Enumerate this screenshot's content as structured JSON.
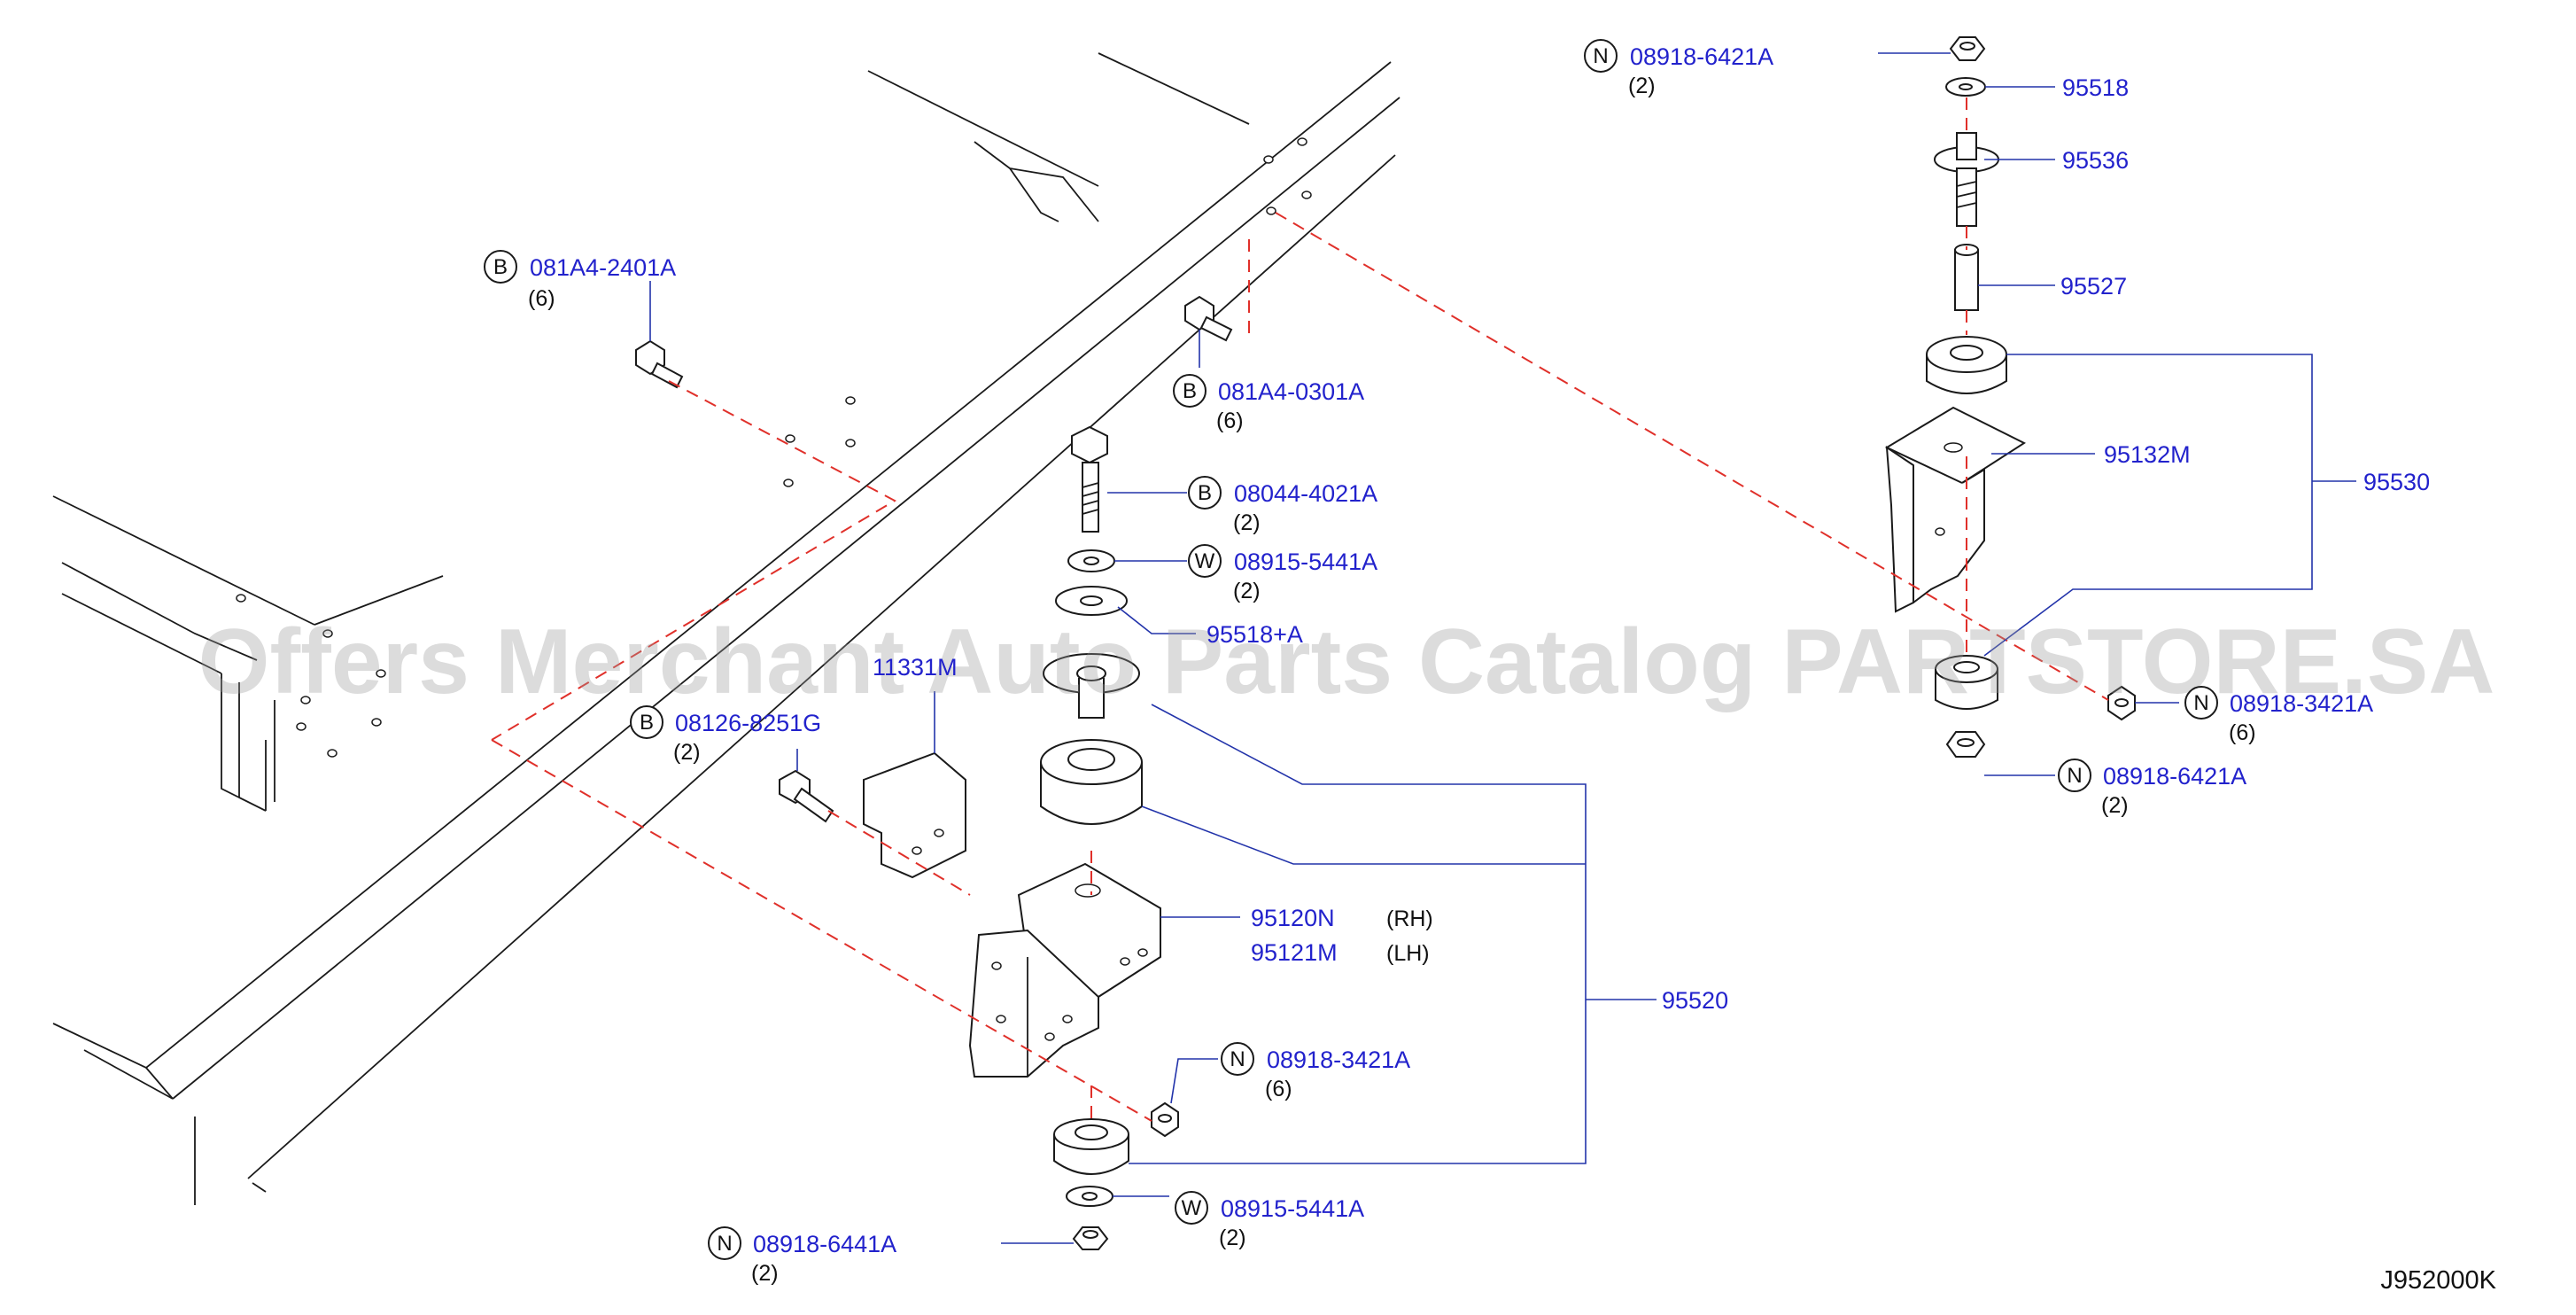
{
  "diagram_code": "J952000K",
  "watermark": "Offers Merchant Auto Parts Catalog PARTSTORE.SA",
  "colors": {
    "label": "#2222cc",
    "leader": "#2233aa",
    "centerline": "#e0302a",
    "watermark": "#9a9a9a"
  },
  "callouts": {
    "c1": {
      "prefix": "B",
      "number": "081A4-2401A",
      "qty": "(6)"
    },
    "c2": {
      "prefix": "B",
      "number": "081A4-0301A",
      "qty": "(6)"
    },
    "c3": {
      "prefix": "B",
      "number": "08044-4021A",
      "qty": "(2)"
    },
    "c4": {
      "prefix": "W",
      "number": "08915-5441A",
      "qty": "(2)"
    },
    "c5": {
      "number": "95518+A"
    },
    "c6": {
      "prefix": "B",
      "number": "08126-8251G",
      "qty": "(2)"
    },
    "c7": {
      "number": "11331M"
    },
    "c8": {
      "number": "95120N",
      "side": "(RH)"
    },
    "c9": {
      "number": "95121M",
      "side": "(LH)"
    },
    "c10": {
      "number": "95520"
    },
    "c11": {
      "prefix": "N",
      "number": "08918-3421A",
      "qty": "(6)"
    },
    "c12": {
      "prefix": "W",
      "number": "08915-5441A",
      "qty": "(2)"
    },
    "c13": {
      "prefix": "N",
      "number": "08918-6441A",
      "qty": "(2)"
    },
    "c14": {
      "prefix": "N",
      "number": "08918-6421A",
      "qty": "(2)"
    },
    "c15": {
      "number": "95518"
    },
    "c16": {
      "number": "95536"
    },
    "c17": {
      "number": "95527"
    },
    "c18": {
      "number": "95132M"
    },
    "c19": {
      "number": "95530"
    },
    "c20": {
      "prefix": "N",
      "number": "08918-3421A",
      "qty": "(6)"
    },
    "c21": {
      "prefix": "N",
      "number": "08918-6421A",
      "qty": "(2)"
    }
  }
}
